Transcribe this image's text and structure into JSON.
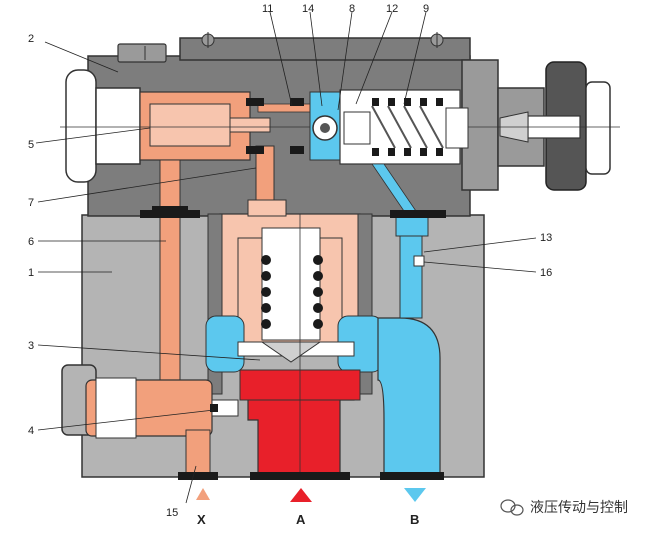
{
  "labels": {
    "n1": "1",
    "n2": "2",
    "n3": "3",
    "n4": "4",
    "n5": "5",
    "n6": "6",
    "n7": "7",
    "n8": "8",
    "n9": "9",
    "n11": "11",
    "n12": "12",
    "n13": "13",
    "n14": "14",
    "n15": "15",
    "n16": "16"
  },
  "ports": {
    "x": "X",
    "a": "A",
    "b": "B"
  },
  "watermark": {
    "text": "液压传动与控制"
  },
  "colors": {
    "body_dark": "#7d7d7d",
    "body_light": "#b4b4b4",
    "pilot_orange": "#f2a07c",
    "pilot_light": "#f7c5ae",
    "pressure_red": "#e8202a",
    "tank_blue": "#5cc8ee",
    "spring_dark": "#1a1a1a"
  }
}
